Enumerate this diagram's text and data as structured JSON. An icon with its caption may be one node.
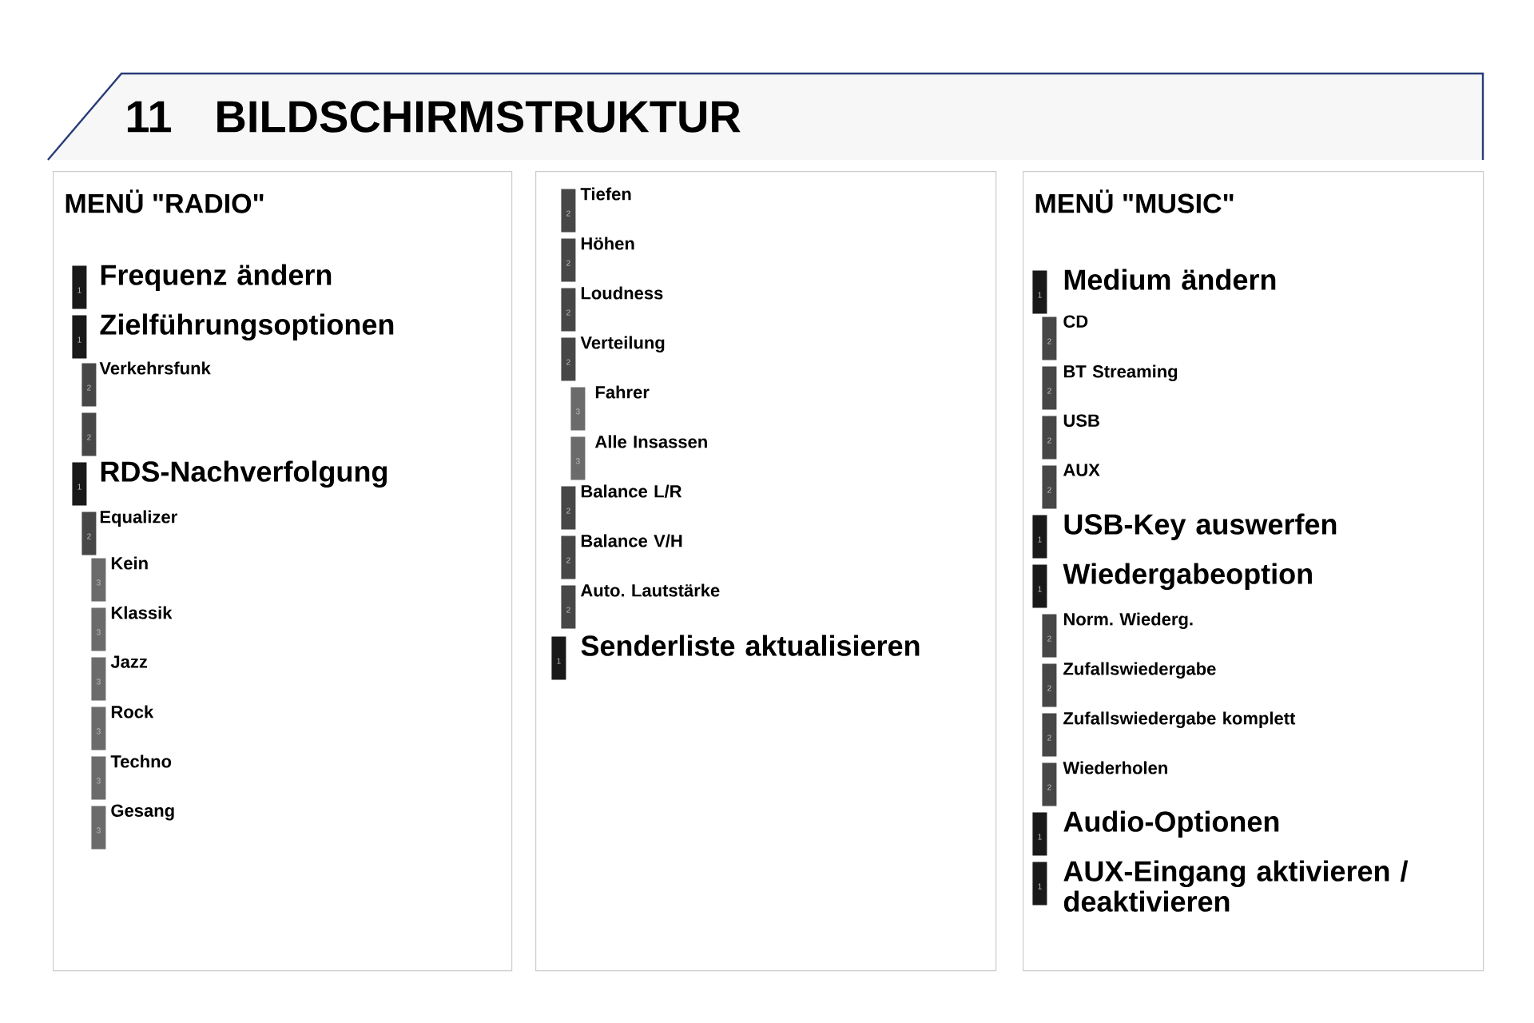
{
  "diagram": {
    "title": "BILDSCHIRMSTRUKTUR",
    "nodes": [
      {
        "text": [
          "MENÜ \"RADIO\""
        ]
      },
      {
        "text": [],
        "shape": "box"
      },
      {
        "text": [
          "MENÜ \"MUSIC\""
        ]
      },
      {
        "text": [
          "1"
        ],
        "beside": [
          "Frequenz ändern"
        ],
        "in": 0
      },
      {
        "text": [
          "1"
        ],
        "beside": [
          "Zielführungsoptionen"
        ],
        "in": 0
      },
      {
        "text": [
          "2"
        ],
        "beside": [
          "Verkehrsfunk"
        ],
        "in": 0
      },
      {
        "text": [
          "2"
        ],
        "in": 0
      },
      {
        "text": [
          "1"
        ],
        "beside": [
          "RDS-Nachverfolgung"
        ],
        "in": 0
      },
      {
        "text": [
          "2"
        ],
        "beside": [
          "Equalizer"
        ],
        "in": 0
      },
      {
        "text": [
          "3"
        ],
        "beside": [
          "Kein"
        ],
        "in": 0
      },
      {
        "text": [
          "3"
        ],
        "beside": [
          "Klassik"
        ],
        "in": 0
      },
      {
        "text": [
          "3"
        ],
        "beside": [
          "Jazz"
        ],
        "in": 0
      },
      {
        "text": [
          "3"
        ],
        "beside": [
          "Rock"
        ],
        "in": 0
      },
      {
        "text": [
          "3"
        ],
        "beside": [
          "Techno"
        ],
        "in": 0
      },
      {
        "text": [
          "3"
        ],
        "beside": [
          "Gesang"
        ],
        "in": 0
      },
      {
        "text": [
          "2"
        ],
        "beside": [
          "Tiefen"
        ],
        "in": 1
      },
      {
        "text": [
          "2"
        ],
        "beside": [
          "Höhen"
        ],
        "in": 1
      },
      {
        "text": [
          "2"
        ],
        "beside": [
          "Loudness"
        ],
        "in": 1
      },
      {
        "text": [
          "2"
        ],
        "beside": [
          "Verteilung"
        ],
        "in": 1
      },
      {
        "text": [
          "3"
        ],
        "beside": [
          "Fahrer"
        ],
        "in": 1
      },
      {
        "text": [
          "3"
        ],
        "beside": [
          "Alle Insassen"
        ],
        "in": 1
      },
      {
        "text": [
          "2"
        ],
        "beside": [
          "Balance L/R"
        ],
        "in": 1
      },
      {
        "text": [
          "2"
        ],
        "beside": [
          "Balance V/H"
        ],
        "in": 1
      },
      {
        "text": [
          "2"
        ],
        "beside": [
          "Auto. Lautstärke"
        ],
        "in": 1
      },
      {
        "text": [
          "1"
        ],
        "beside": [
          "Senderliste aktualisieren"
        ],
        "in": 1
      },
      {
        "text": [
          "1"
        ],
        "beside": [
          "Medium ändern"
        ],
        "in": 2
      },
      {
        "text": [
          "2"
        ],
        "beside": [
          "CD"
        ],
        "in": 2
      },
      {
        "text": [
          "2"
        ],
        "beside": [
          "BT Streaming"
        ],
        "in": 2
      },
      {
        "text": [
          "2"
        ],
        "beside": [
          "USB"
        ],
        "in": 2
      },
      {
        "text": [
          "2"
        ],
        "beside": [
          "AUX"
        ],
        "in": 2
      },
      {
        "text": [
          "1"
        ],
        "beside": [
          "USB-Key auswerfen"
        ],
        "in": 2
      },
      {
        "text": [
          "1"
        ],
        "beside": [
          "Wiedergabeoption"
        ],
        "in": 2
      },
      {
        "text": [
          "2"
        ],
        "beside": [
          "Norm. Wiederg."
        ],
        "in": 2
      },
      {
        "text": [
          "2"
        ],
        "beside": [
          "Zufallswiedergabe"
        ],
        "in": 2
      },
      {
        "text": [
          "2"
        ],
        "beside": [
          "Zufallswiedergabe komplett"
        ],
        "in": 2
      },
      {
        "text": [
          "2"
        ],
        "beside": [
          "Wiederholen"
        ],
        "in": 2
      },
      {
        "text": [
          "1"
        ],
        "beside": [
          "Audio-Optionen"
        ],
        "in": 2
      },
      {
        "text": [
          "1"
        ],
        "beside": [
          "AUX-Eingang aktivieren / deaktivieren"
        ],
        "in": 2
      }
    ],
    "labels": [
      "11"
    ]
  }
}
